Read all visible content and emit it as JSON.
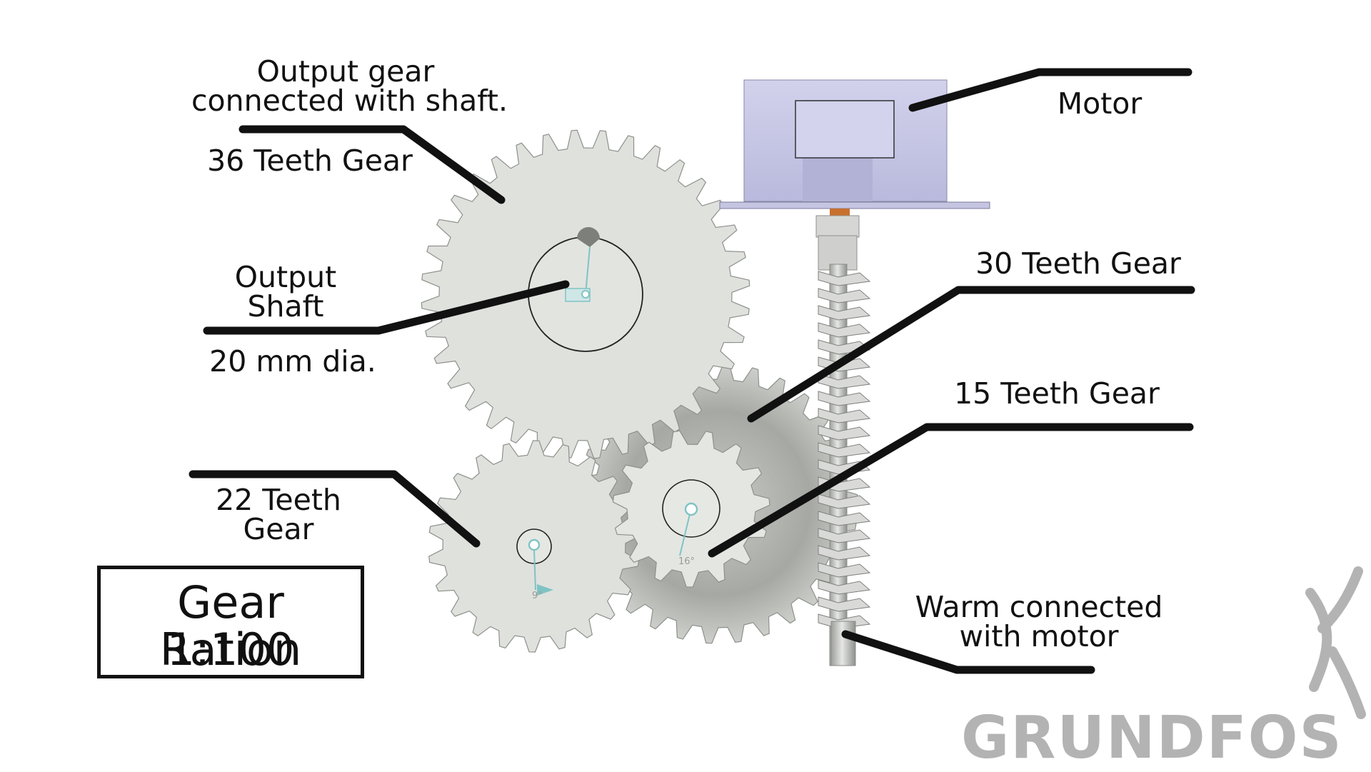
{
  "labels": {
    "output_gear_line1": "Output gear",
    "output_gear_line2": "connected with shaft.",
    "gear36": "36 Teeth Gear",
    "output_shaft_line1": "Output",
    "output_shaft_line2": "Shaft",
    "shaft_dia": "20 mm dia.",
    "gear22_line1": "22 Teeth",
    "gear22_line2": "Gear",
    "motor": "Motor",
    "gear30": "30 Teeth Gear",
    "gear15": "15 Teeth Gear",
    "worm_line1": "Warm connected",
    "worm_line2": "with motor"
  },
  "ratio": {
    "line1": "Gear Ration",
    "line2": "1:100"
  },
  "brand": "GRUNDFOS",
  "sketch_marks": {
    "gear22_angle": "9°",
    "gear15_angle": "16°"
  },
  "gears": [
    {
      "id": "gear-36",
      "teeth": 36
    },
    {
      "id": "gear-30",
      "teeth": 30
    },
    {
      "id": "gear-22",
      "teeth": 22
    },
    {
      "id": "gear-15",
      "teeth": 15
    }
  ],
  "colors": {
    "gear_fill": "#dfe1dd",
    "gear_stroke": "#8e908c",
    "motor_fill": "#c7c7e6",
    "leader": "#111111",
    "sketch": "#7fc4c4",
    "brand": "#b3b3b3"
  }
}
